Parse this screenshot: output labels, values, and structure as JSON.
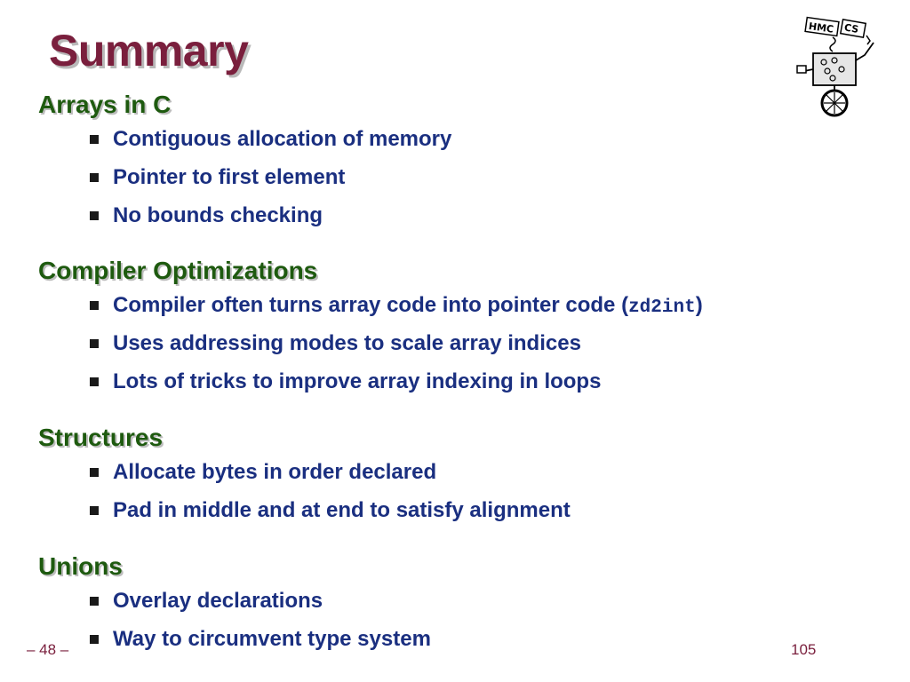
{
  "slide": {
    "title": "Summary",
    "page_label": "– 48 –",
    "slide_number": "105",
    "logo": {
      "label_left": "HMC",
      "label_right": "CS",
      "icon": "robot-mascot-icon"
    }
  },
  "colors": {
    "title": "#7a1f3d",
    "heading": "#1e5a0f",
    "bullet_text": "#1a2f80"
  },
  "sections": [
    {
      "heading": "Arrays in C",
      "items": [
        {
          "text": "Contiguous allocation of memory"
        },
        {
          "text": "Pointer to first element"
        },
        {
          "text": "No bounds checking"
        }
      ]
    },
    {
      "heading": "Compiler Optimizations",
      "items": [
        {
          "text": "Compiler often turns array code into pointer code (",
          "code": "zd2int",
          "after": ")"
        },
        {
          "text": "Uses addressing modes to scale array indices"
        },
        {
          "text": "Lots of tricks to improve array indexing in loops"
        }
      ]
    },
    {
      "heading": "Structures",
      "items": [
        {
          "text": "Allocate bytes in order declared"
        },
        {
          "text": "Pad in middle and at end to satisfy alignment"
        }
      ]
    },
    {
      "heading": "Unions",
      "items": [
        {
          "text": "Overlay declarations"
        },
        {
          "text": "Way to circumvent type system"
        }
      ]
    }
  ]
}
